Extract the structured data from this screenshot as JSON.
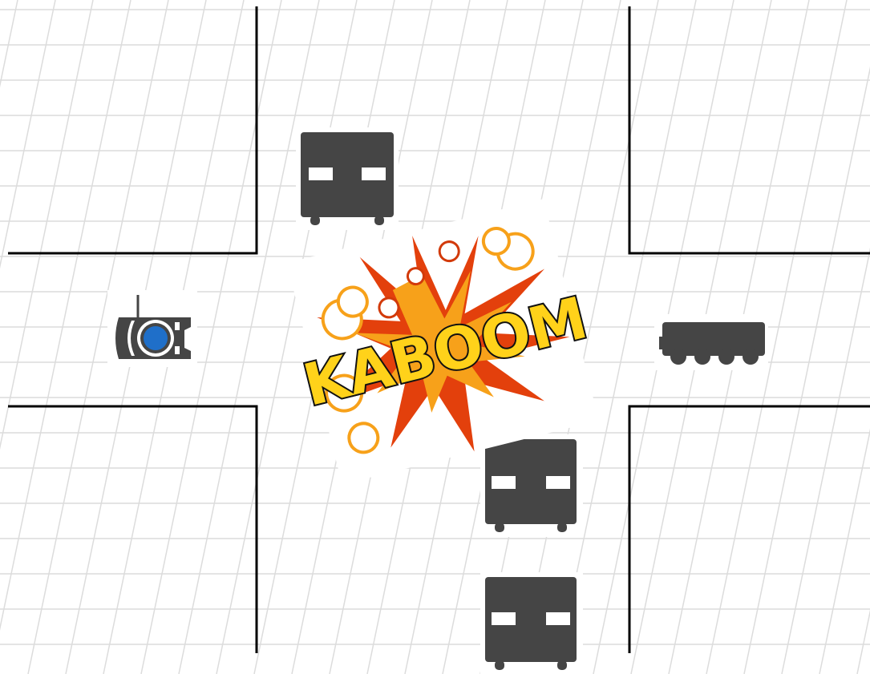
{
  "scene": {
    "type": "intersection-crash",
    "grid_visible": true,
    "colors": {
      "background": "#ffffff",
      "grid": "#dcdcdc",
      "wall": "#000000",
      "vehicle": "#454545",
      "vehicle_window": "#ffffff",
      "robot_body": "#454545",
      "robot_core": "#1f6fc9",
      "explosion_text": "#ffd21a",
      "explosion_outline": "#d23a0a",
      "smoke": "#ffffff"
    }
  },
  "explosion": {
    "text": "KABOOM",
    "icon": "explosion-burst"
  },
  "vehicles": [
    {
      "name": "vehicle-north",
      "icon": "truck-top-view-icon",
      "heading": "south"
    },
    {
      "name": "vehicle-south-front",
      "icon": "truck-top-view-icon",
      "heading": "north"
    },
    {
      "name": "vehicle-south-rear",
      "icon": "truck-top-view-icon",
      "heading": "north"
    },
    {
      "name": "vehicle-east",
      "icon": "truck-side-view-icon",
      "heading": "west"
    }
  ],
  "robot": {
    "name": "robot-agent",
    "icon": "robot-top-view-icon",
    "heading": "east"
  }
}
